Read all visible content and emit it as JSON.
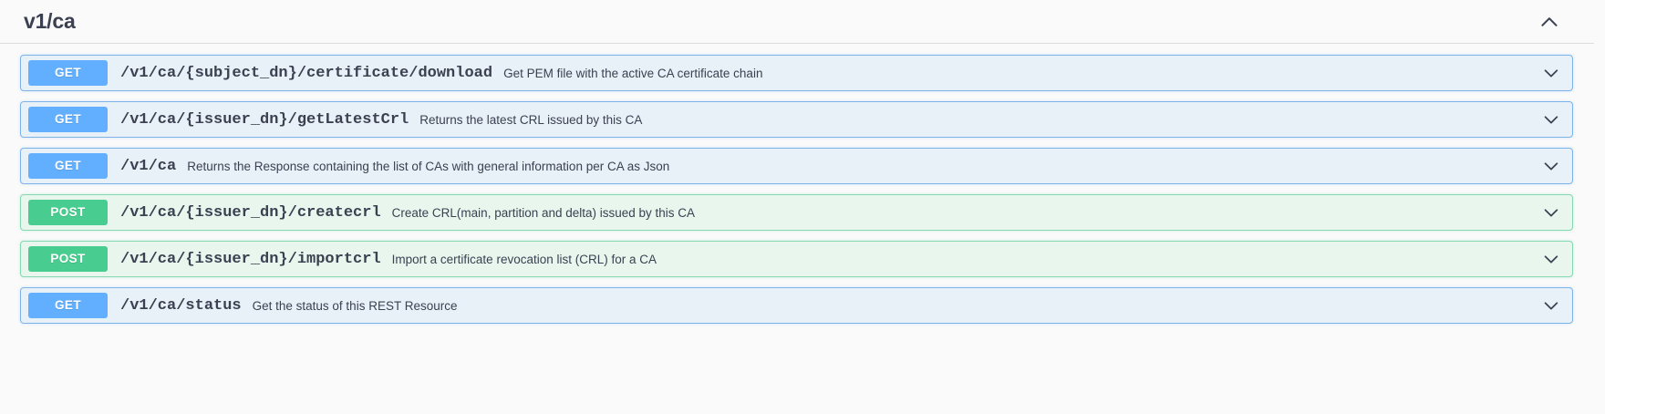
{
  "tag_section": {
    "name": "v1/ca",
    "collapse_icon": "chevron-up-icon",
    "expanded": true
  },
  "operations": [
    {
      "method": "GET",
      "path": "/v1/ca/{subject_dn}/certificate/download",
      "description": "Get PEM file with the active CA certificate chain",
      "expand_icon": "chevron-down-icon"
    },
    {
      "method": "GET",
      "path": "/v1/ca/{issuer_dn}/getLatestCrl",
      "description": "Returns the latest CRL issued by this CA",
      "expand_icon": "chevron-down-icon"
    },
    {
      "method": "GET",
      "path": "/v1/ca",
      "description": "Returns the Response containing the list of CAs with general information per CA as Json",
      "expand_icon": "chevron-down-icon"
    },
    {
      "method": "POST",
      "path": "/v1/ca/{issuer_dn}/createcrl",
      "description": "Create CRL(main, partition and delta) issued by this CA",
      "expand_icon": "chevron-down-icon"
    },
    {
      "method": "POST",
      "path": "/v1/ca/{issuer_dn}/importcrl",
      "description": "Import a certificate revocation list (CRL) for a CA",
      "expand_icon": "chevron-down-icon"
    },
    {
      "method": "GET",
      "path": "/v1/ca/status",
      "description": "Get the status of this REST Resource",
      "expand_icon": "chevron-down-icon"
    }
  ],
  "colors": {
    "get_badge": "#61affe",
    "post_badge": "#49cc90",
    "get_block_bg": "#e8f0f8",
    "post_block_bg": "#e8f6ee",
    "get_block_border": "#7eb3e8",
    "post_block_border": "#86d9b0",
    "text": "#3b4151",
    "page_bg": "#fafafa"
  }
}
